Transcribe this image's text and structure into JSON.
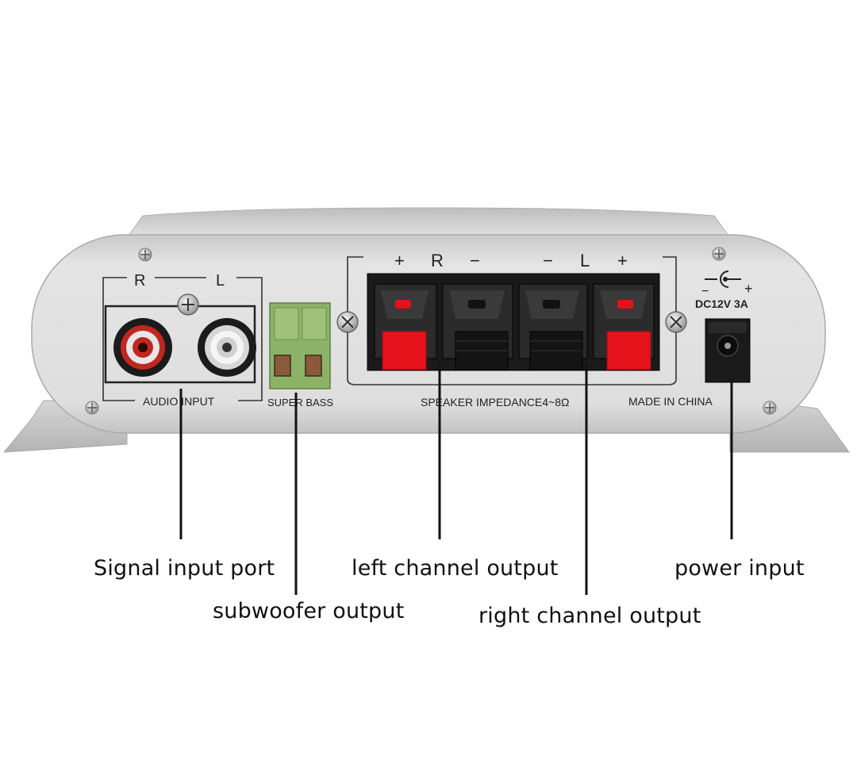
{
  "device": {
    "input_panel": {
      "label_r": "R",
      "label_l": "L",
      "caption": "AUDIO INPUT"
    },
    "sub_terminal": {
      "caption": "SUPER BASS"
    },
    "speaker_panel": {
      "header": [
        "+",
        "R",
        "−",
        "−",
        "L",
        "+"
      ],
      "impedance": "SPEAKER IMPEDANCE4~8Ω",
      "origin": "MADE IN CHINA"
    },
    "power": {
      "polarity_minus": "−",
      "polarity_plus": "+",
      "rating": "DC12V 3A"
    }
  },
  "callouts": {
    "signal_input": "Signal input port",
    "subwoofer": "subwoofer output",
    "left_channel": "left channel output",
    "right_channel": "right channel output",
    "power_input": "power input"
  },
  "colors": {
    "chassis": "#dcdcdc",
    "rca_red": "#c0281f",
    "terminal_green": "#8cb268",
    "spring_red": "#e5121b",
    "leader_line": "#111111"
  }
}
